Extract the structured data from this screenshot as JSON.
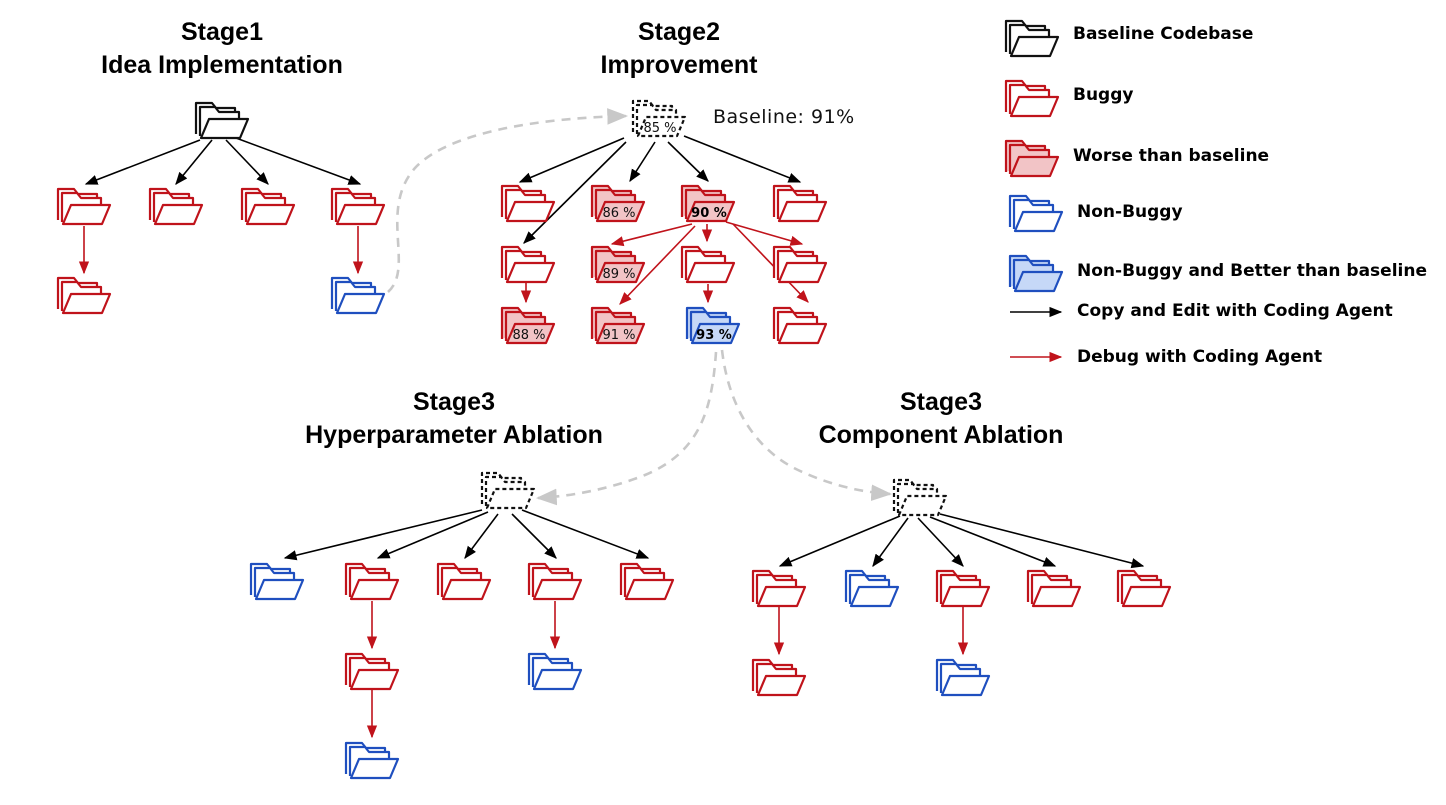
{
  "stages": {
    "stage1": {
      "line1": "Stage1",
      "line2": "Idea Implementation"
    },
    "stage2": {
      "line1": "Stage2",
      "line2": "Improvement"
    },
    "stage3a": {
      "line1": "Stage3",
      "line2": "Hyperparameter Ablation"
    },
    "stage3b": {
      "line1": "Stage3",
      "line2": "Component Ablation"
    }
  },
  "baseline_note": "Baseline: 91%",
  "node_labels": {
    "root2": "85 %",
    "n86": "86 %",
    "n90": "90 %",
    "n89": "89 %",
    "n88": "88 %",
    "n91": "91 %",
    "n93": "93 %"
  },
  "legend": {
    "baseline_codebase": "Baseline Codebase",
    "buggy": "Buggy",
    "worse": "Worse than baseline",
    "non_buggy": "Non-Buggy",
    "non_buggy_better": "Non-Buggy and Better than baseline",
    "copy_edit": "Copy and Edit with Coding Agent",
    "debug": "Debug with Coding Agent"
  },
  "colors": {
    "buggy": "#c0131b",
    "worse_fill": "#f2c4c6",
    "non_buggy": "#1f4fbf",
    "better_fill": "#c6d8f7",
    "baseline": "#111111",
    "dashed_link": "#c8c8c8"
  }
}
